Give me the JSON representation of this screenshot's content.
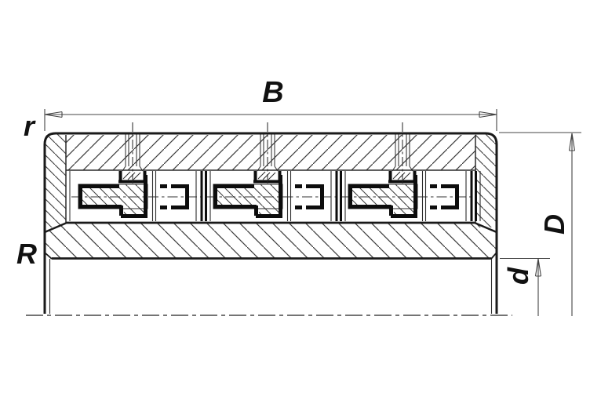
{
  "drawing": {
    "type": "bearing-cross-section-technical-drawing",
    "labels": {
      "b": "B",
      "r": "r",
      "R": "R",
      "D": "D",
      "d": "d"
    },
    "colors": {
      "contour_line": "#1a1a1a",
      "thin_line": "#444444",
      "hatch_line": "#3a3a3a",
      "background": "#ffffff"
    }
  }
}
